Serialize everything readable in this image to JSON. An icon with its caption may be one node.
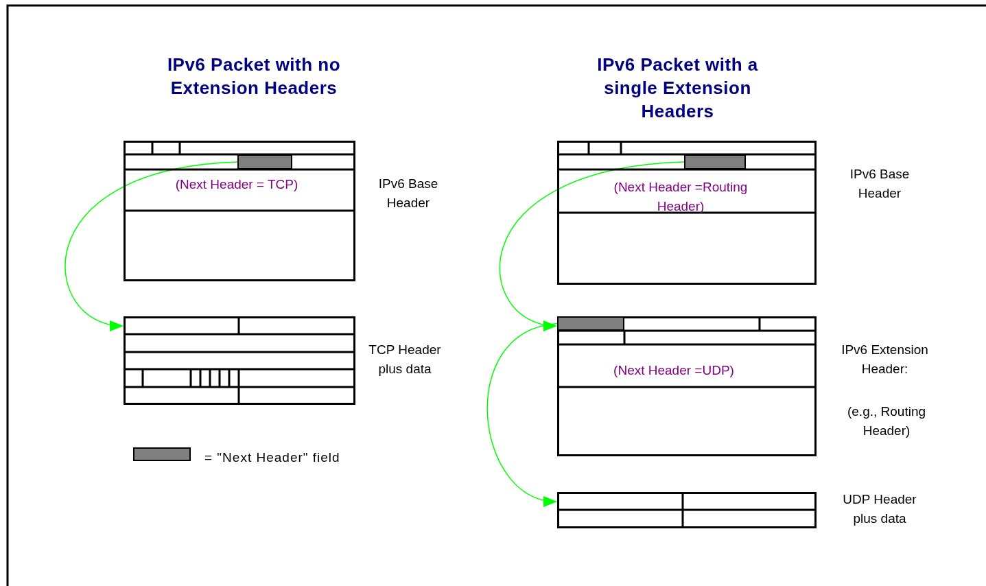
{
  "diagram": {
    "nodes": [
      {
        "text": [
          "(Next Header = TCP)"
        ],
        "beside": [
          "IPv6 Base Header"
        ]
      },
      {
        "text": [],
        "shape": "bar",
        "in": 0
      },
      {
        "text": [],
        "shape": "box",
        "beside": [
          "TCP Header plus data"
        ]
      },
      {
        "text": [
          "(Next Header =Routing Header)"
        ],
        "beside": [
          "IPv6 Base Header"
        ]
      },
      {
        "text": [],
        "shape": "bar",
        "in": 3
      },
      {
        "text": [
          "(Next Header =UDP)"
        ],
        "beside": [
          "IPv6 Extension Header:",
          "(e.g., Routing Header)"
        ]
      },
      {
        "text": [],
        "shape": "bar",
        "in": 5
      },
      {
        "text": [],
        "shape": "box",
        "beside": [
          "UDP Header plus data"
        ]
      }
    ],
    "edges": [
      {
        "from": 1,
        "to": 2,
        "arrow": "to"
      },
      {
        "from": 4,
        "to": 5,
        "arrow": "to"
      },
      {
        "from": 6,
        "to": 7,
        "arrow": "to"
      }
    ],
    "labels": [
      "IPv6 Packet with no Extension Headers",
      "IPv6 Packet with a single Extension Headers"
    ],
    "legend": [
      {
        "text": "= \"Next Header\" field",
        "color": "#808080"
      }
    ]
  }
}
